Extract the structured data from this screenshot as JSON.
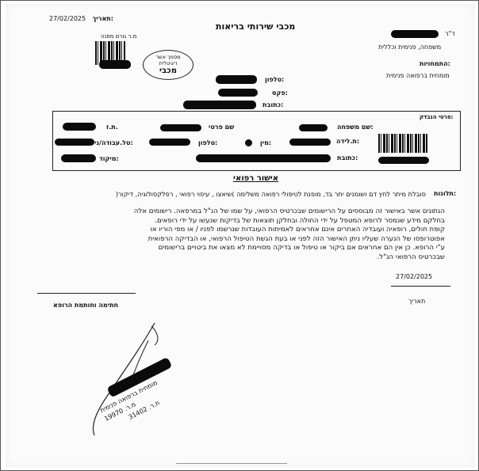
{
  "header": {
    "date_label": "תאריך:",
    "date_value": "27/02/2025",
    "org_name": "מכבי שירותי בריאות",
    "referrer_label": "מ.ר גורם מפנה",
    "doctor_prefix": "ד\"ר",
    "specialty_line": "משפחה, פנימית וכללית",
    "expertise_label": "התמחויות:",
    "expertise_value": "מומחית ברפואה פנימית"
  },
  "stamp": {
    "line1": "מסמך אשר",
    "line2": "דיגיטלית",
    "line3": "מכבי"
  },
  "contact": {
    "phone_label": "טלפון:",
    "fax_label": "פקס:",
    "address_label": "כתובת:"
  },
  "patient": {
    "section_label": "פרטי הנבדק:",
    "last_name_label": "שם משפחה:",
    "first_name_label": "שם פרטי",
    "id_label": "ת.ז.",
    "birth_date_label": "ת.לידה:",
    "gender_label": "מין:",
    "phone_label": "טלפון:",
    "work_phone_label": "טל.עבודה/נייד:",
    "address_label": "כתובת:",
    "zip_label": "מיקוד:"
  },
  "document": {
    "title": "אישור רפואי",
    "complaints_label": "תלונות:",
    "complaints_text": "סובלת מיתר לחץ דם ושומנים יתר בד, מופנת לטיפולי רפואה משלימה )שיאצו , עיסוי רפואי , רפלקסולוגיה, דיקור(",
    "body_lines": [
      "הנתונים אשר באישור זה מבוססים על הרישומים שבכרטיס הרפואי, על שמו של הנ\"ל במרפאה. רישומים אלה",
      "בחלקם מידע שנמסר לרופא המטפל על ידי החולה ובחלקן תוצאות של בדיקות שנעשו על ידי רופאים.",
      "קופת חולים, רופאיה ועובדיה האחרים אינם אחראים לאמיתות העובדות שנרשמו לפניו  /  או מפי הוריו או",
      "אפוטרופסו של הנערה שעליו ניתן האישור הזה לפני או בעת הגשת הטיפול הרפואי, או הבדיקה הרפואית",
      "ע\"י הרופא. כן אין הם אחראים אם ביקור או טיפול או בדיקה מסויימת לא מצאו את ביטויים ברישומים",
      "שבכרטיס הרפואי הנ\"ל."
    ]
  },
  "footer": {
    "date_value": "27/02/2025",
    "date_label": "תאריך",
    "signature_label": "חתימה וחותמת הרופא"
  },
  "doctor_stamp": {
    "line1": "מומחית ברפואה פנימית",
    "line2": "מ.ר. 19970",
    "line3": "ת.ר. 31402"
  }
}
